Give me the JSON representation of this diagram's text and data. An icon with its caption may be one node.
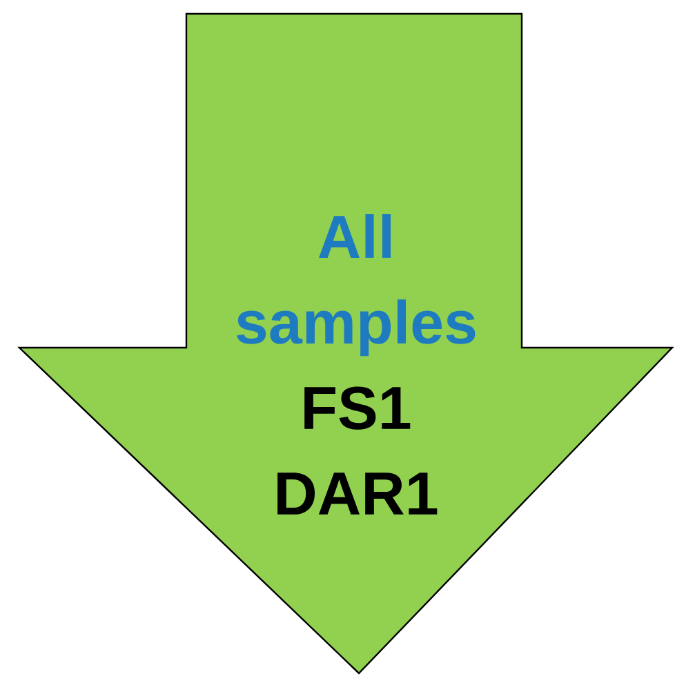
{
  "diagram": {
    "nodes": [
      {
        "text": [
          "All samples",
          "FS1",
          "DAR1"
        ]
      }
    ]
  }
}
